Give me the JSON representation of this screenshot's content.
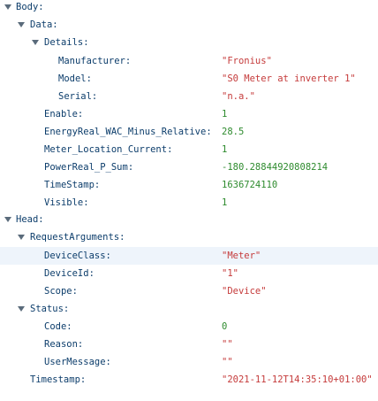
{
  "tree": {
    "body_label": "Body:",
    "data_label": "Data:",
    "details_label": "Details:",
    "manufacturer": {
      "key": "Manufacturer:",
      "value": "\"Fronius\""
    },
    "model": {
      "key": "Model:",
      "value": "\"S0 Meter at inverter 1\""
    },
    "serial": {
      "key": "Serial:",
      "value": "\"n.a.\""
    },
    "enable": {
      "key": "Enable:",
      "value": "1"
    },
    "energy": {
      "key": "EnergyReal_WAC_Minus_Relative:",
      "value": "28.5"
    },
    "meter_location": {
      "key": "Meter_Location_Current:",
      "value": "1"
    },
    "power": {
      "key": "PowerReal_P_Sum:",
      "value": "-180.28844920808214"
    },
    "data_timestamp": {
      "key": "TimeStamp:",
      "value": "1636724110"
    },
    "visible": {
      "key": "Visible:",
      "value": "1"
    },
    "head_label": "Head:",
    "request_args_label": "RequestArguments:",
    "device_class": {
      "key": "DeviceClass:",
      "value": "\"Meter\""
    },
    "device_id": {
      "key": "DeviceId:",
      "value": "\"1\""
    },
    "scope": {
      "key": "Scope:",
      "value": "\"Device\""
    },
    "status_label": "Status:",
    "code": {
      "key": "Code:",
      "value": "0"
    },
    "reason": {
      "key": "Reason:",
      "value": "\"\""
    },
    "user_message": {
      "key": "UserMessage:",
      "value": "\"\""
    },
    "head_timestamp": {
      "key": "Timestamp:",
      "value": "\"2021-11-12T14:35:10+01:00\""
    }
  }
}
